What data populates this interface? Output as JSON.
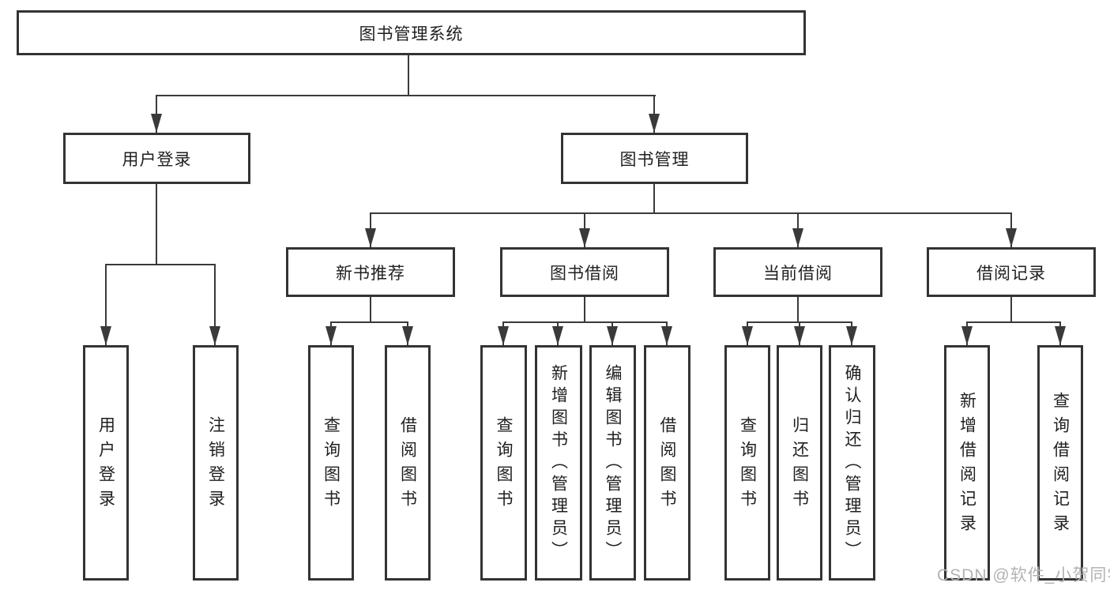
{
  "diagram": {
    "root": {
      "label": "图书管理系统",
      "children": [
        {
          "label": "用户登录",
          "children": [
            {
              "label": "用户登录"
            },
            {
              "label": "注销登录"
            }
          ]
        },
        {
          "label": "图书管理",
          "children": [
            {
              "label": "新书推荐",
              "children": [
                {
                  "label": "查询图书"
                },
                {
                  "label": "借阅图书"
                }
              ]
            },
            {
              "label": "图书借阅",
              "children": [
                {
                  "label": "查询图书"
                },
                {
                  "label": "新增图书（管理员）"
                },
                {
                  "label": "编辑图书（管理员）"
                },
                {
                  "label": "借阅图书"
                }
              ]
            },
            {
              "label": "当前借阅",
              "children": [
                {
                  "label": "查询图书"
                },
                {
                  "label": "归还图书"
                },
                {
                  "label": "确认归还（管理员）"
                }
              ]
            },
            {
              "label": "借阅记录",
              "children": [
                {
                  "label": "新增借阅记录"
                },
                {
                  "label": "查询借阅记录"
                }
              ]
            }
          ]
        }
      ]
    }
  },
  "watermark": {
    "text": "CSDN @软件_小贺同学"
  },
  "colors": {
    "line": "#3a3a3a",
    "box_border": "#333333",
    "text": "#1f1f1f",
    "watermark": "#b3b3b3",
    "background": "#ffffff"
  }
}
